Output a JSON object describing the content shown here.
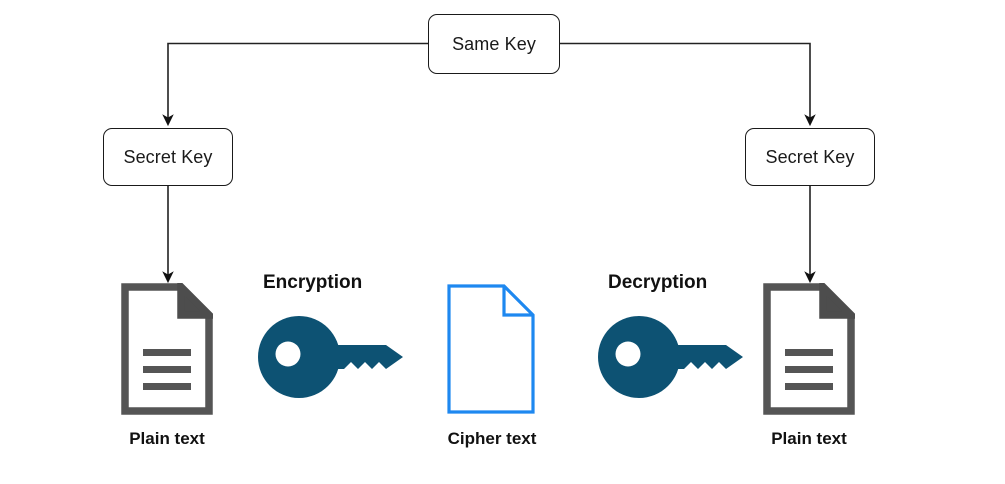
{
  "diagram": {
    "title_nodes": {
      "same_key": "Same Key",
      "secret_key_left": "Secret Key",
      "secret_key_right": "Secret Key"
    },
    "process_labels": {
      "encryption": "Encryption",
      "decryption": "Decryption"
    },
    "captions": {
      "plain_text_left": "Plain text",
      "cipher_text": "Cipher text",
      "plain_text_right": "Plain text"
    },
    "icons": {
      "document_plain_left": "document-lined-icon",
      "document_cipher": "document-blank-icon",
      "document_plain_right": "document-lined-icon",
      "key_encrypt": "key-icon",
      "key_decrypt": "key-icon"
    },
    "colors": {
      "key_fill": "#0d5273",
      "document_gray": "#555555",
      "document_fold_gray": "#4d4d4d",
      "cipher_blue": "#1e88f0",
      "connector_line": "#1a1a1a",
      "background": "#ffffff"
    },
    "connectors": [
      {
        "name": "same-key-to-secret-key-left",
        "from": "Same Key",
        "to": "Secret Key (left)",
        "arrowhead": true
      },
      {
        "name": "same-key-to-secret-key-right",
        "from": "Same Key",
        "to": "Secret Key (right)",
        "arrowhead": true
      },
      {
        "name": "secret-key-left-to-plain-text",
        "from": "Secret Key (left)",
        "to": "Plain text (left)",
        "arrowhead": true
      },
      {
        "name": "secret-key-right-to-plain-text",
        "from": "Secret Key (right)",
        "to": "Plain text (right)",
        "arrowhead": true
      }
    ]
  }
}
